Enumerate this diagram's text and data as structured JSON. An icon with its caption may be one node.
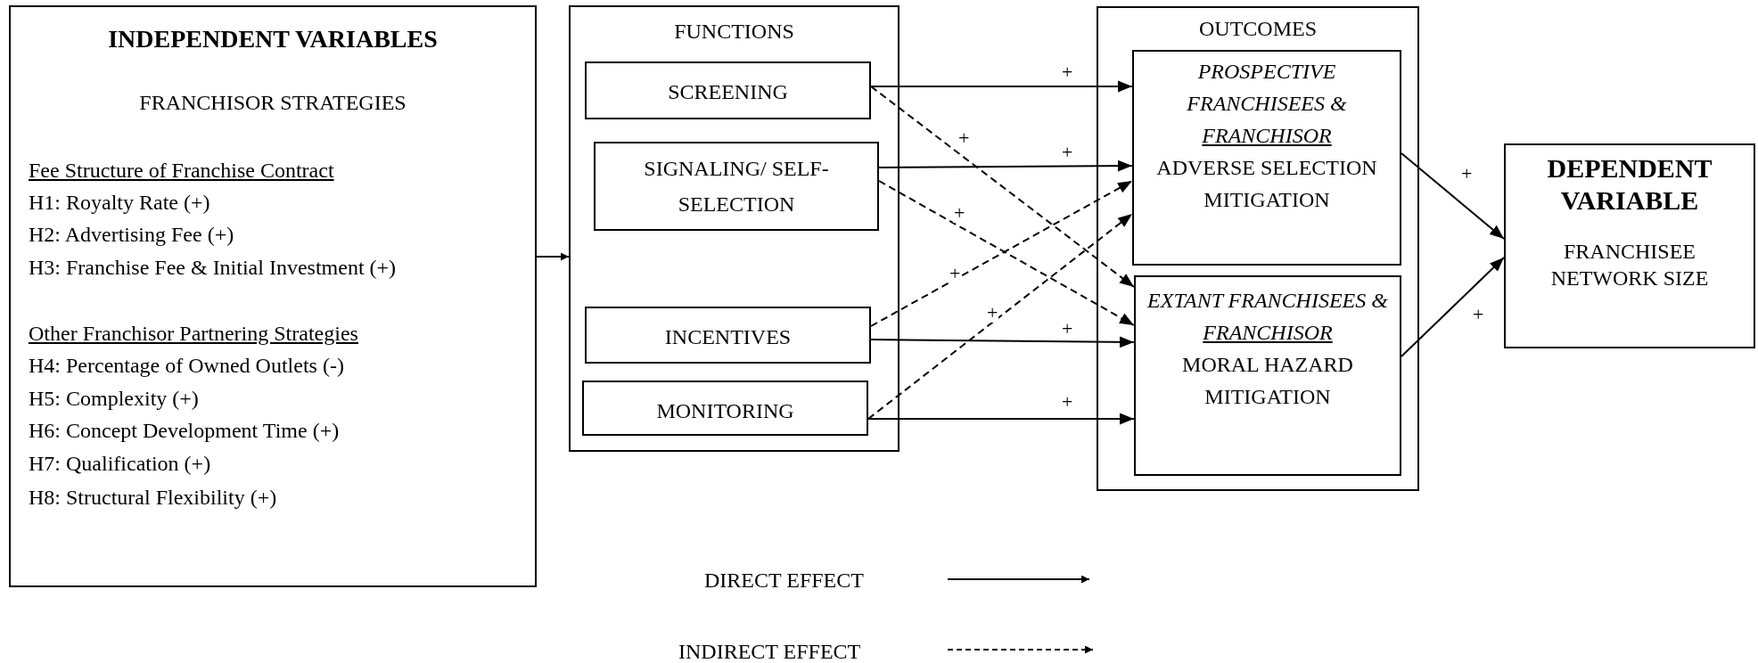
{
  "diagram": {
    "nodes": [
      {
        "text": [
          "INDEPENDENT VARIABLES",
          "FRANCHISOR STRATEGIES",
          "Fee Structure of Franchise Contract",
          "H1: Royalty Rate (+)",
          "H2: Advertising Fee (+)",
          "H3: Franchise Fee & Initial Investment (+)",
          "Other Franchisor Partnering Strategies",
          "H4: Percentage of Owned Outlets (-)",
          "H5: Complexity (+)",
          "H6: Concept Development Time (+)",
          "H7: Qualification (+)",
          "H8: Structural Flexibility (+)"
        ]
      },
      {
        "text": [
          "FUNCTIONS"
        ]
      },
      {
        "text": [
          "SCREENING"
        ],
        "in": 1
      },
      {
        "text": [
          "SIGNALING/ SELF-SELECTION"
        ],
        "in": 1
      },
      {
        "text": [
          "INCENTIVES"
        ],
        "in": 1
      },
      {
        "text": [
          "MONITORING"
        ],
        "in": 1
      },
      {
        "text": [
          "OUTCOMES"
        ]
      },
      {
        "text": [
          "PROSPECTIVE FRANCHISEES &",
          "FRANCHISOR",
          "ADVERSE SELECTION MITIGATION"
        ],
        "in": 6
      },
      {
        "text": [
          "EXTANT FRANCHISEES &",
          "FRANCHISOR",
          "MORAL HAZARD MITIGATION"
        ],
        "in": 6
      },
      {
        "text": [
          "DEPENDENT VARIABLE",
          "FRANCHISEE NETWORK SIZE"
        ]
      }
    ],
    "edges": [
      {
        "from": 0,
        "to": 1,
        "arrow": "to"
      },
      {
        "from": 2,
        "to": 7,
        "arrow": "to",
        "label": "+"
      },
      {
        "from": 3,
        "to": 7,
        "arrow": "to",
        "label": "+"
      },
      {
        "from": 4,
        "to": 8,
        "arrow": "to",
        "label": "+"
      },
      {
        "from": 5,
        "to": 8,
        "arrow": "to",
        "label": "+"
      },
      {
        "from": 2,
        "to": 8,
        "arrow": "to",
        "label": "+",
        "style": "dashed"
      },
      {
        "from": 3,
        "to": 8,
        "arrow": "to",
        "label": "+",
        "style": "dashed"
      },
      {
        "from": 4,
        "to": 7,
        "arrow": "to",
        "label": "+",
        "style": "dashed"
      },
      {
        "from": 5,
        "to": 7,
        "arrow": "to",
        "label": "+",
        "style": "dashed"
      },
      {
        "from": 7,
        "to": 9,
        "arrow": "to",
        "label": "+"
      },
      {
        "from": 8,
        "to": 9,
        "arrow": "to",
        "label": "+"
      }
    ],
    "legend": [
      {
        "text": "DIRECT EFFECT"
      },
      {
        "text": "INDIRECT EFFECT"
      }
    ]
  }
}
